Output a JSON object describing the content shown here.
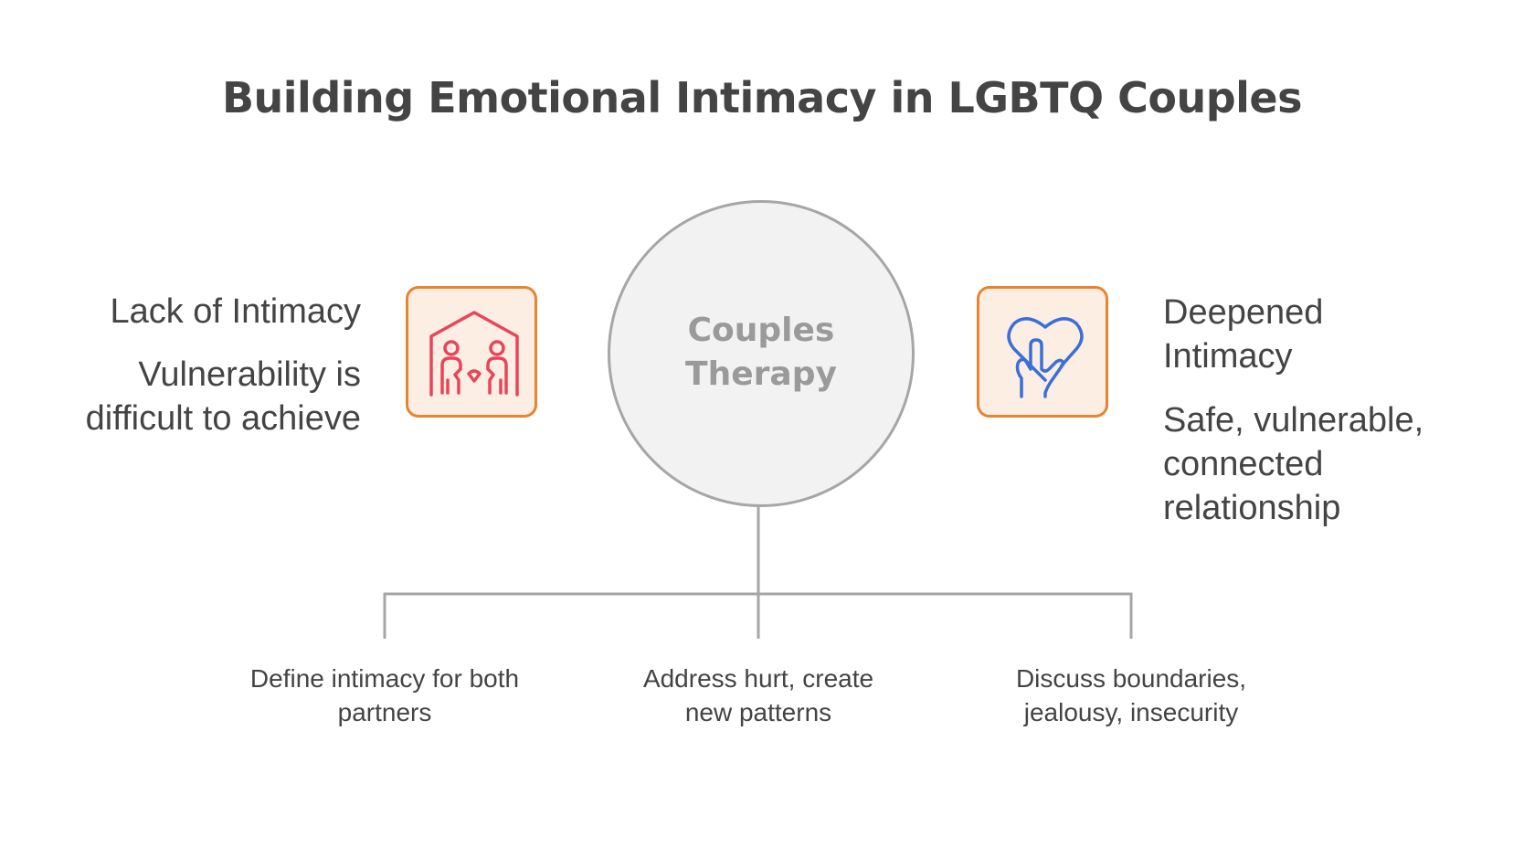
{
  "title": "Building Emotional Intimacy in LGBTQ Couples",
  "center": {
    "label_line1": "Couples",
    "label_line2": "Therapy"
  },
  "left": {
    "heading": "Lack of Intimacy",
    "description_line1": "Vulnerability is",
    "description_line2": "difficult to achieve",
    "icon": "family-home-icon"
  },
  "right": {
    "heading_line1": "Deepened",
    "heading_line2": "Intimacy",
    "description_line1": "Safe, vulnerable,",
    "description_line2": "connected",
    "description_line3": "relationship",
    "icon": "heart-in-hand-icon"
  },
  "branches": [
    {
      "line1": "Define intimacy for both",
      "line2": "partners"
    },
    {
      "line1": "Address hurt, create",
      "line2": "new patterns"
    },
    {
      "line1": "Discuss boundaries,",
      "line2": "jealousy, insecurity"
    }
  ],
  "colors": {
    "icon_border": "#e8832f",
    "icon_fill": "#fdeee4",
    "left_icon_stroke": "#e8455a",
    "right_icon_stroke": "#3b6fd8",
    "circle_fill": "#f2f2f2",
    "connector": "#a6a6a6"
  }
}
